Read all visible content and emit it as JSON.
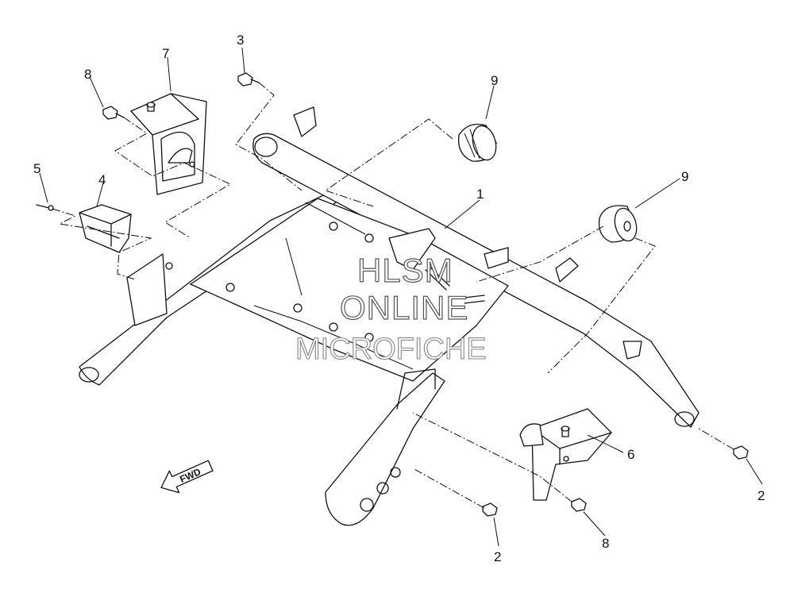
{
  "diagram": {
    "callouts": {
      "c1": "1",
      "c2a": "2",
      "c2b": "2",
      "c3": "3",
      "c4": "4",
      "c5": "5",
      "c6": "6",
      "c7": "7",
      "c8a": "8",
      "c8b": "8",
      "c9a": "9",
      "c9b": "9"
    },
    "fwd_label": "FWD",
    "watermark": {
      "line1": "HLSM",
      "line2": "ONLINE",
      "line3": "MICROFICHE"
    }
  }
}
